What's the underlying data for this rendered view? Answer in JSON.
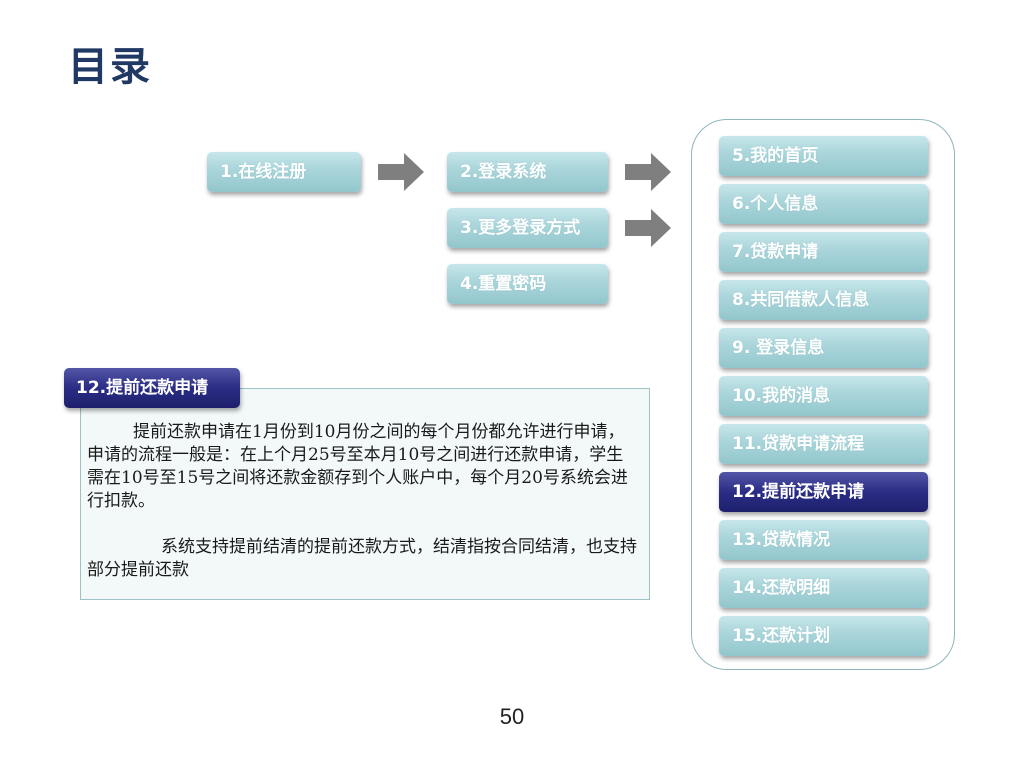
{
  "title": "目录",
  "flow": {
    "step1": "1.在线注册",
    "step2": "2.登录系统",
    "step3": "3.更多登录方式",
    "step4": "4.重置密码"
  },
  "nav": {
    "items": [
      "5.我的首页",
      "6.个人信息",
      "7.贷款申请",
      "8.共同借款人信息",
      "9. 登录信息",
      "10.我的消息",
      "11.贷款申请流程",
      "12.提前还款申请",
      "13.贷款情况",
      "14.还款明细",
      "15.还款计划"
    ],
    "active_index": 7
  },
  "section": {
    "tag": "12.提前还款申请",
    "para1": "提前还款申请在1月份到10月份之间的每个月份都允许进行申请，申请的流程一般是：在上个月25号至本月10号之间进行还款申请，学生需在10号至15号之间将还款金额存到个人账户中，每个月20号系统会进行扣款。",
    "para2": "系统支持提前结清的提前还款方式，结清指按合同结清，也支持部分提前还款"
  },
  "page_number": "50",
  "colors": {
    "title": "#1f3864",
    "button_teal": "#a9d5da",
    "button_active": "#2b2d86",
    "arrow": "#7f7f7f"
  }
}
